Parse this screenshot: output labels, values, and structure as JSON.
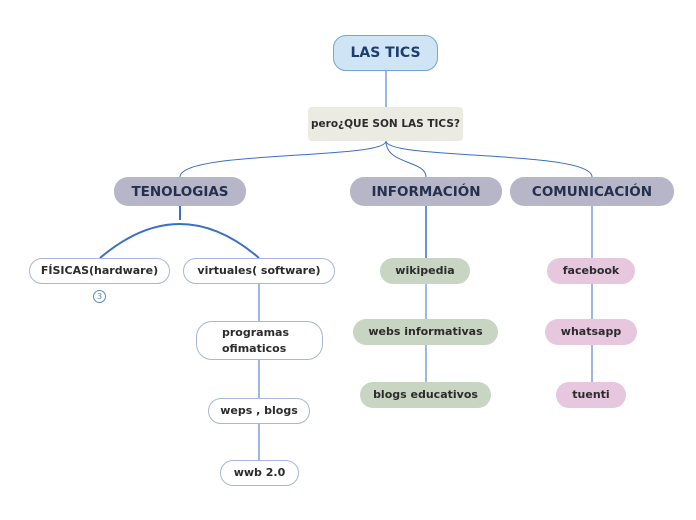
{
  "root": "LAS TICS",
  "question": "pero¿QUE SON LAS TICS?",
  "branches": {
    "tenologias": {
      "title": "TENOLOGIAS",
      "fisicas": "FÍSICAS(hardware)",
      "fisicas_badge": "3",
      "virtuales": "virtuales( software)",
      "virtuales_children": [
        "programas ofimaticos",
        "weps , blogs",
        "wwb 2.0"
      ]
    },
    "informacion": {
      "title": "INFORMACIÓN",
      "children": [
        "wikipedia",
        "webs informativas",
        "blogs educativos"
      ]
    },
    "comunicacion": {
      "title": "COMUNICACIÓN",
      "children": [
        "facebook",
        "whatsapp",
        "tuenti"
      ]
    }
  },
  "colors": {
    "link": "#3a6fc4",
    "root_fill": "#cfe4f4",
    "main_fill": "#b6b6c8",
    "green_fill": "#c9d5c3",
    "pink_fill": "#e6c7de"
  }
}
